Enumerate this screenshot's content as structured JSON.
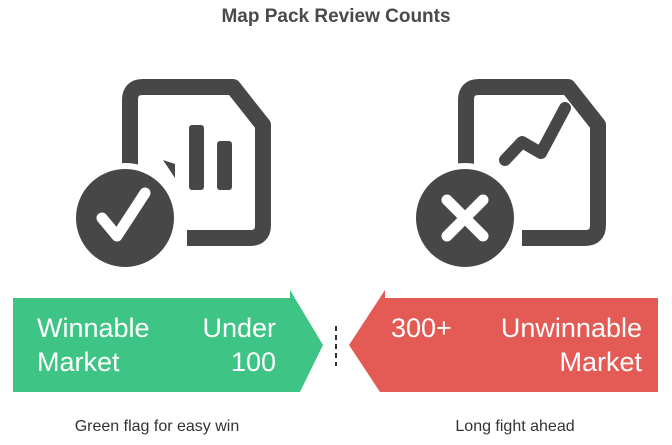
{
  "title": "Map Pack Review Counts",
  "left": {
    "label": [
      "Winnable",
      "Market"
    ],
    "value": [
      "Under",
      "100"
    ],
    "caption": "Green flag for easy win",
    "color": "#3ec585",
    "icon": "document-bar-chart-check-icon"
  },
  "right": {
    "value": "300+",
    "label": [
      "Unwinnable",
      "Market"
    ],
    "caption": "Long fight ahead",
    "color": "#e45a55",
    "icon": "document-trend-x-icon"
  },
  "icon_color": "#474747"
}
